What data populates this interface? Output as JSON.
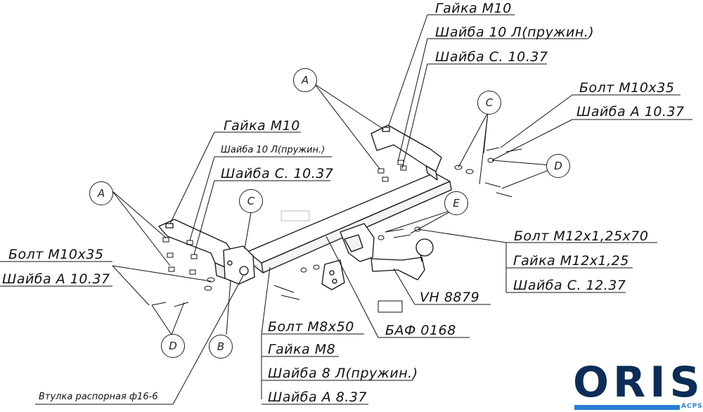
{
  "diagram": {
    "callouts": {
      "top_right_group": [
        "Гайка М10",
        "Шайба 10 Л(пружин.)",
        "Шайба С. 10.37"
      ],
      "right_bolt_group": [
        "Болт М10х35",
        "Шайба А 10.37"
      ],
      "left_nut_group": [
        "Гайка М10",
        "Шайба 10 Л(пружин.)",
        "Шайба С. 10.37"
      ],
      "left_bolt_group": [
        "Болт М10х35",
        "Шайба А 10.37"
      ],
      "right_m12_group": [
        "Болт М12х1,25х70",
        "Гайка М12х1,25",
        "Шайба С. 12.37"
      ],
      "ball": "VH 8879",
      "bracket": "БАФ 0168",
      "bottom_group": [
        "Болт М8х50",
        "Гайка М8",
        "Шайба 8 Л(пружин.)",
        "Шайба А 8.37"
      ],
      "sleeve": "Втулка распорная ф16-6"
    },
    "markers": {
      "a_top": "A",
      "a_left": "A",
      "c_top": "C",
      "c_left": "C",
      "d_right": "D",
      "d_left": "D",
      "e": "E",
      "b": "B"
    }
  },
  "logo": {
    "word": "ORIS",
    "sub": "ACPS",
    "word_color": "#0c2d57",
    "accent_color": "#2a7fd4"
  }
}
